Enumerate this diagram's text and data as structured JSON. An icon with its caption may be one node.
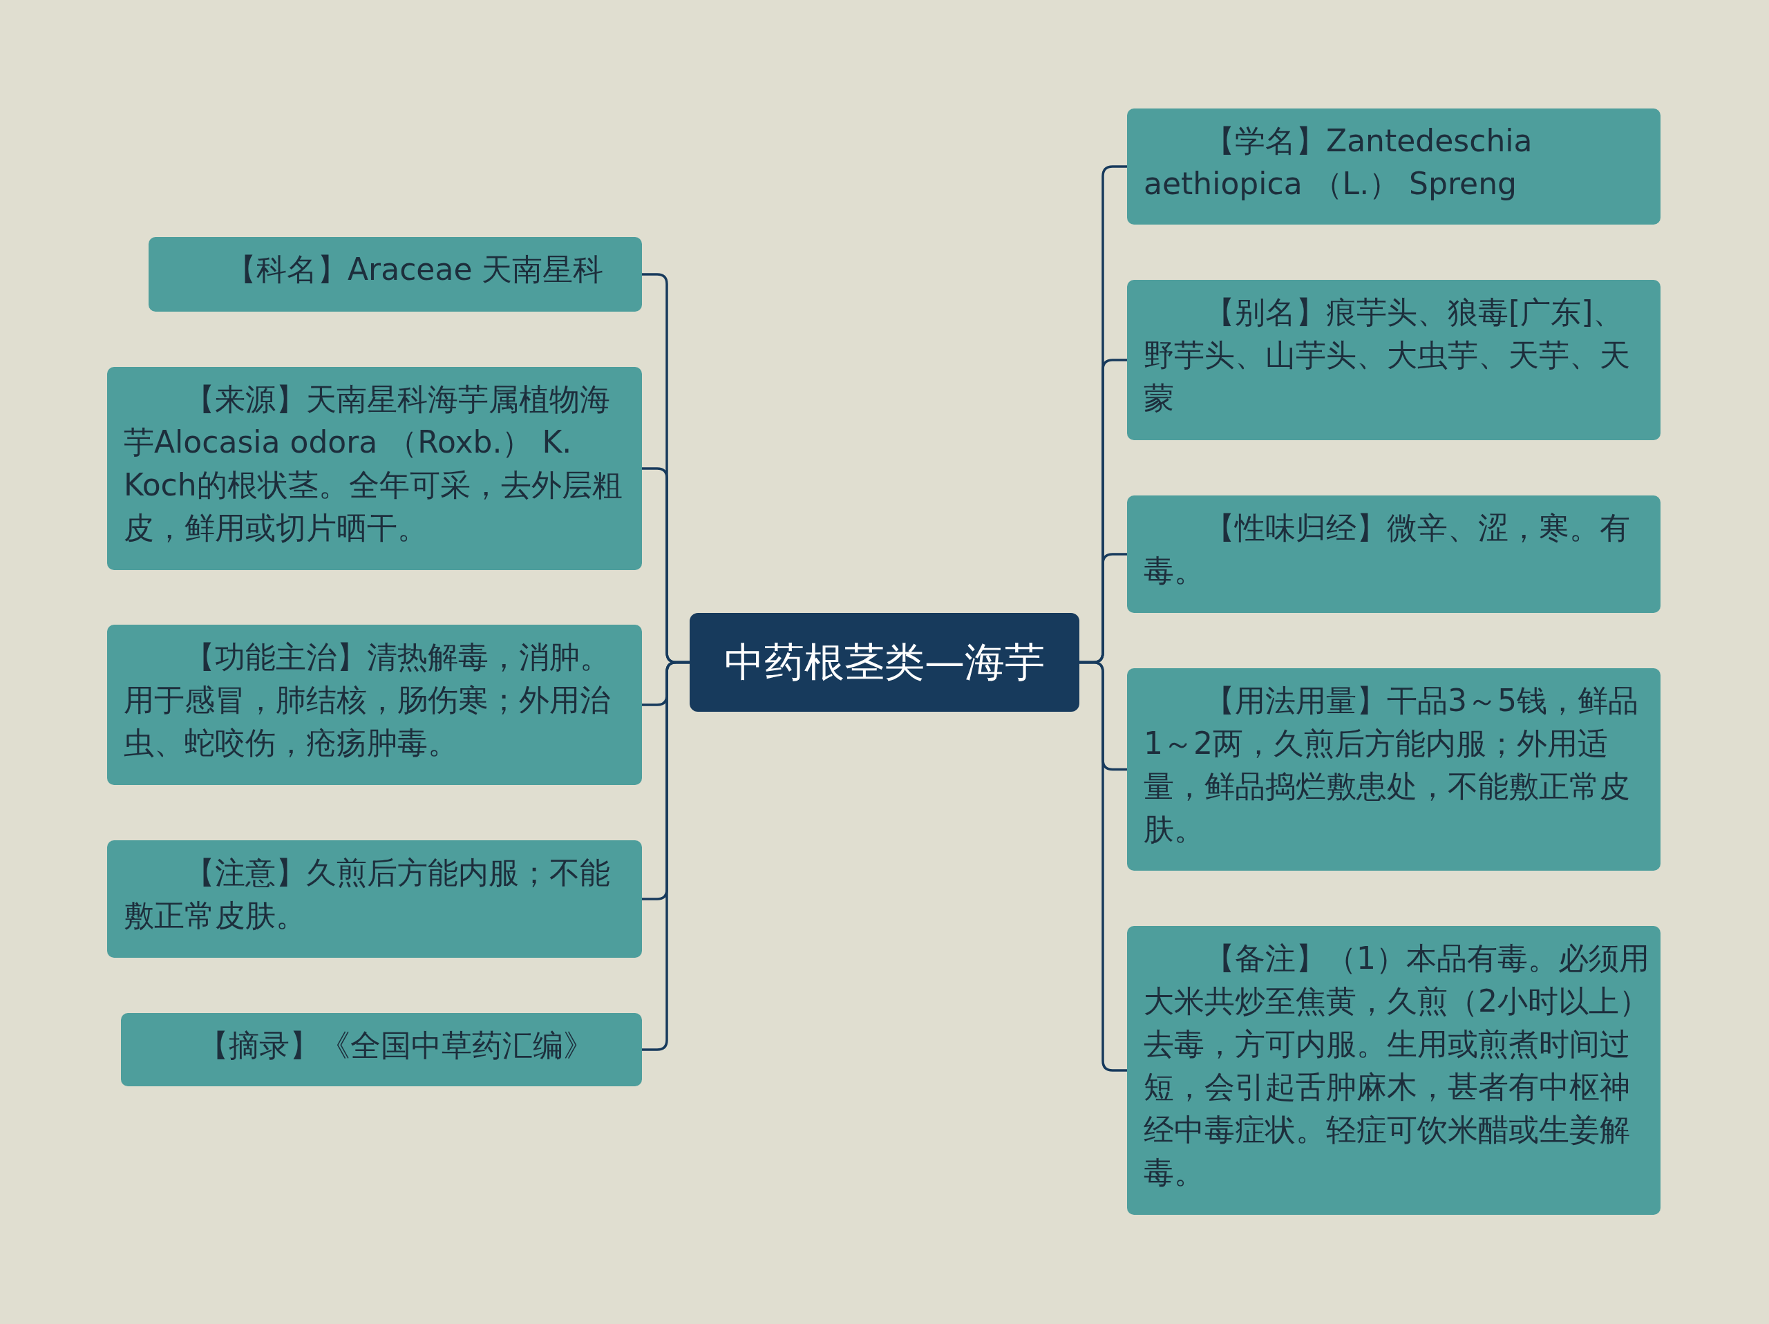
{
  "diagram": {
    "nodes": [
      {
        "text": [
          "中药根茎类—海芋"
        ]
      },
      {
        "text": [
          "【科名】Araceae 天南星科"
        ]
      },
      {
        "text": [
          "【来源】天南星科海芋属植物海芋Alocasia odora （Roxb.） K. Koch的根状茎。全年可采，去外层粗皮，鲜用或切片晒干。"
        ]
      },
      {
        "text": [
          "【功能主治】清热解毒，消肿。用于感冒，肺结核，肠伤寒；外用治虫、蛇咬伤，疮疡肿毒。"
        ]
      },
      {
        "text": [
          "【注意】久煎后方能内服；不能敷正常皮肤。"
        ]
      },
      {
        "text": [
          "【摘录】《全国中草药汇编》"
        ]
      },
      {
        "text": [
          "【学名】Zantedeschia aethiopica （L.） Spreng"
        ]
      },
      {
        "text": [
          "【别名】痕芋头、狼毒[广东]、野芋头、山芋头、大虫芋、天芋、天蒙"
        ]
      },
      {
        "text": [
          "【性味归经】微辛、涩，寒。有毒。"
        ]
      },
      {
        "text": [
          "【用法用量】干品3～5钱，鲜品1～2两，久煎后方能内服；外用适量，鲜品捣烂敷患处，不能敷正常皮肤。"
        ]
      },
      {
        "text": [
          "【备注】（1）本品有毒。必须用大米共炒至焦黄，久煎（2小时以上）去毒，方可内服。生用或煎煮时间过短，会引起舌肿麻木，甚者有中枢神经中毒症状。轻症可饮米醋或生姜解毒。"
        ]
      }
    ],
    "edges": [
      {
        "from": 0,
        "to": 1,
        "arrow": "none"
      },
      {
        "from": 0,
        "to": 2,
        "arrow": "none"
      },
      {
        "from": 0,
        "to": 3,
        "arrow": "none"
      },
      {
        "from": 0,
        "to": 4,
        "arrow": "none"
      },
      {
        "from": 0,
        "to": 5,
        "arrow": "none"
      },
      {
        "from": 0,
        "to": 6,
        "arrow": "none"
      },
      {
        "from": 0,
        "to": 7,
        "arrow": "none"
      },
      {
        "from": 0,
        "to": 8,
        "arrow": "none"
      },
      {
        "from": 0,
        "to": 9,
        "arrow": "none"
      },
      {
        "from": 0,
        "to": 10,
        "arrow": "none"
      }
    ]
  }
}
